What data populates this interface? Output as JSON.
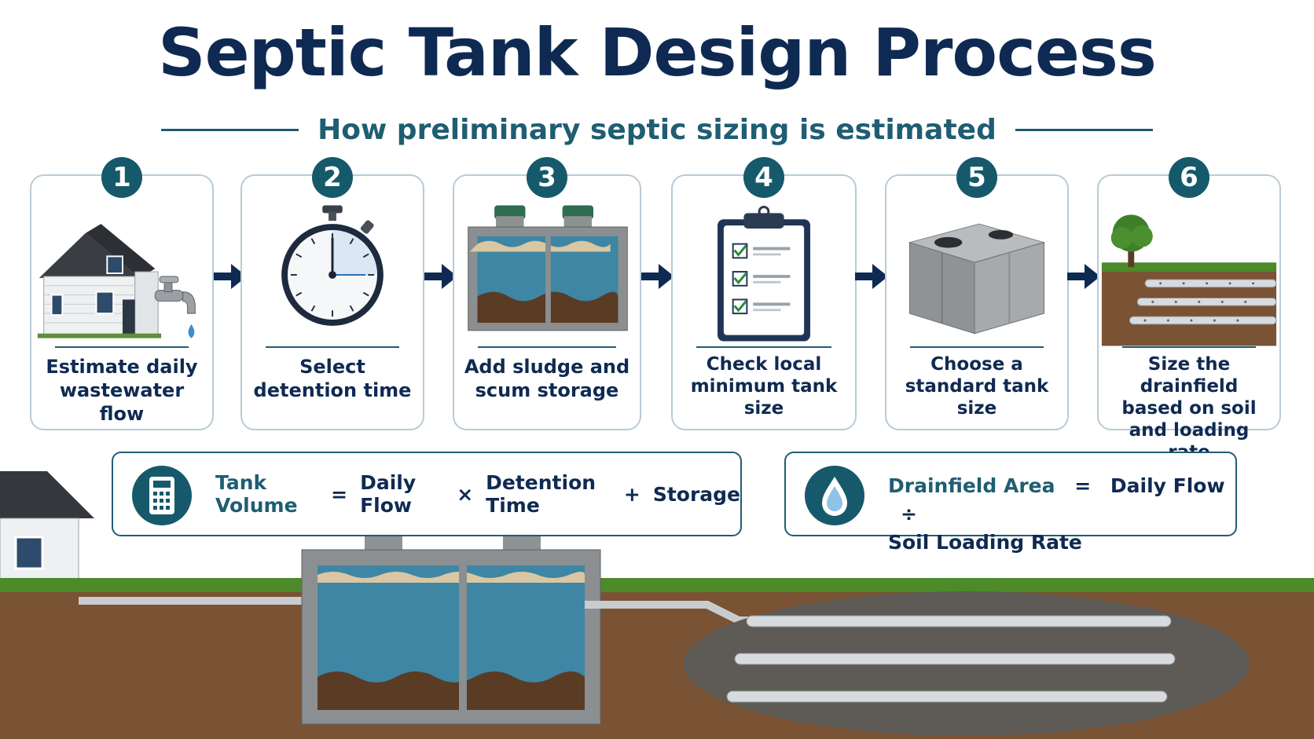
{
  "title": "Septic Tank Design Process",
  "subtitle": "How preliminary septic sizing is estimated",
  "steps": [
    {
      "number": "1",
      "text": "Estimate daily wastewater flow",
      "icon": "house-faucet-icon"
    },
    {
      "number": "2",
      "text": "Select detention time",
      "icon": "stopwatch-icon"
    },
    {
      "number": "3",
      "text": "Add sludge and scum storage",
      "icon": "tank-cross-section-icon"
    },
    {
      "number": "4",
      "text": "Check local minimum tank size",
      "icon": "checklist-clipboard-icon"
    },
    {
      "number": "5",
      "text": "Choose a standard tank size",
      "icon": "concrete-tank-icon"
    },
    {
      "number": "6",
      "text": "Size the drainfield based on soil and loading rate",
      "icon": "drainfield-pipes-icon"
    }
  ],
  "formulas": {
    "tank": {
      "icon": "calculator-icon",
      "result": "Tank Volume",
      "eq": "=",
      "t1": "Daily Flow",
      "op1": "×",
      "t2": "Detention Time",
      "op2": "+",
      "t3": "Storage"
    },
    "drainfield": {
      "icon": "water-drop-icon",
      "result": "Drainfield Area",
      "eq": "=",
      "t1": "Daily Flow",
      "op1": "÷",
      "t2": "Soil Loading Rate"
    }
  },
  "colors": {
    "navy": "#0f2a52",
    "teal": "#16596b",
    "water": "#3f8aa6",
    "soil": "#7a5234",
    "grass": "#4c8a2a",
    "concrete": "#8f9294"
  }
}
